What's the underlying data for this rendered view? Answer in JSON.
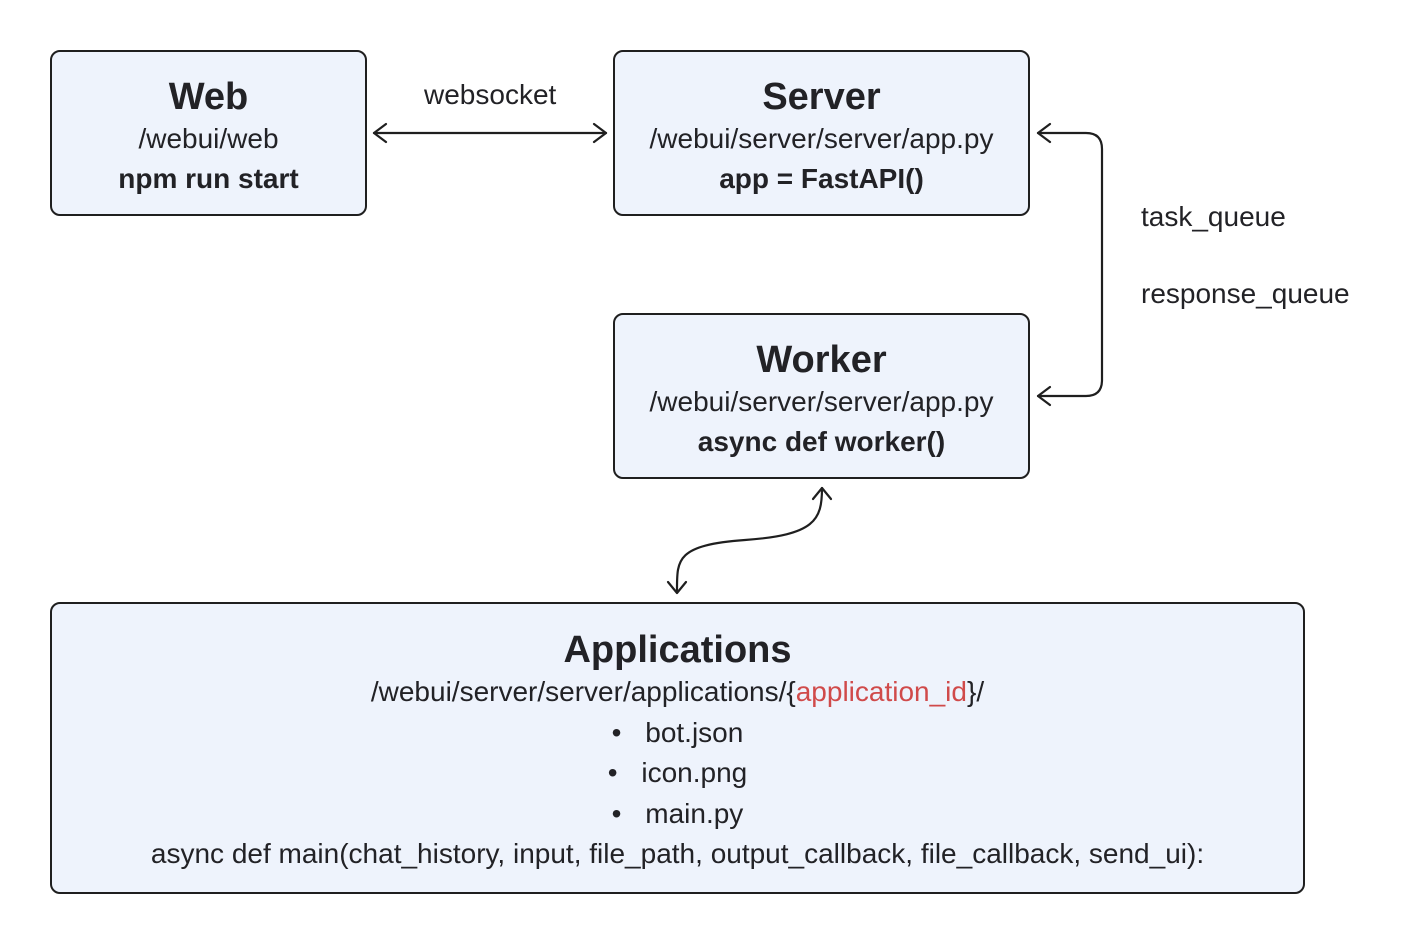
{
  "nodes": {
    "web": {
      "title": "Web",
      "path": "/webui/web",
      "command": "npm run start"
    },
    "server": {
      "title": "Server",
      "path": "/webui/server/server/app.py",
      "code": "app = FastAPI()"
    },
    "worker": {
      "title": "Worker",
      "path": "/webui/server/server/app.py",
      "code": "async def worker()"
    },
    "applications": {
      "title": "Applications",
      "path_prefix": "/webui/server/server/applications/{",
      "path_param": "application_id",
      "path_suffix": "}/",
      "bullet": "•",
      "files": [
        "bot.json",
        "icon.png",
        "main.py"
      ],
      "signature": "async def main(chat_history, input, file_path, output_callback, file_callback, send_ui):"
    }
  },
  "edges": {
    "web_server": "websocket",
    "server_worker": [
      "task_queue",
      "response_queue"
    ]
  },
  "colors": {
    "box_fill": "#eef3fc",
    "box_border": "#1f1f1f",
    "highlight": "#d04a4a"
  }
}
